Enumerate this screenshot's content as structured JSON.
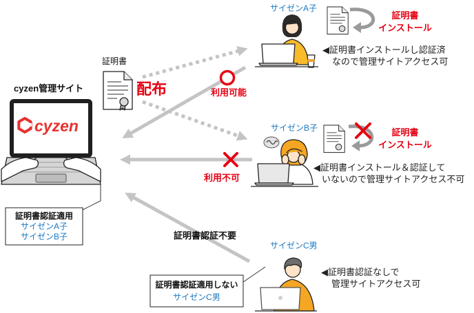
{
  "admin_site": {
    "title": "cyzen管理サイト",
    "logo_text": "cyzen",
    "logo_icon": "hexagon-logo-icon",
    "brand_color": "#e8312f"
  },
  "applied_box": {
    "title": "証明書認証適用",
    "users": [
      "サイゼンA子",
      "サイゼンB子"
    ]
  },
  "certificate": {
    "label": "証明書",
    "action": "配布",
    "icon": "certificate-icon"
  },
  "flows": {
    "a_status": "利用可能",
    "a_status_icon": "circle-ok-icon",
    "b_status": "利用不可",
    "b_status_icon": "cross-icon",
    "c_label": "証明書認証不要"
  },
  "user_a": {
    "name": "サイゼンA子",
    "install_line1": "証明書",
    "install_line2": "インストール",
    "note_line1": "◀証明書インストールし認証済",
    "note_line2": "なので管理サイトアクセス可"
  },
  "user_b": {
    "name": "サイゼンB子",
    "install_line1": "証明書",
    "install_line2": "インストール",
    "install_status_icon": "cross-icon",
    "note_line1": "◀証明書インストール＆認証して",
    "note_line2": "いないので管理サイトアクセス不可"
  },
  "user_c": {
    "name": "サイゼンC男",
    "note_line1": "◀証明書認証なしで",
    "note_line2": "管理サイトアクセス可"
  },
  "not_applied_box": {
    "title": "証明書認証適用しない",
    "users": [
      "サイゼンC男"
    ]
  },
  "colors": {
    "red": "#e60012",
    "blue": "#1a78c2",
    "arrow_gray": "#c4c4c4",
    "shirt_yellow": "#f8bc2b",
    "shirt_orange": "#f5a623"
  }
}
